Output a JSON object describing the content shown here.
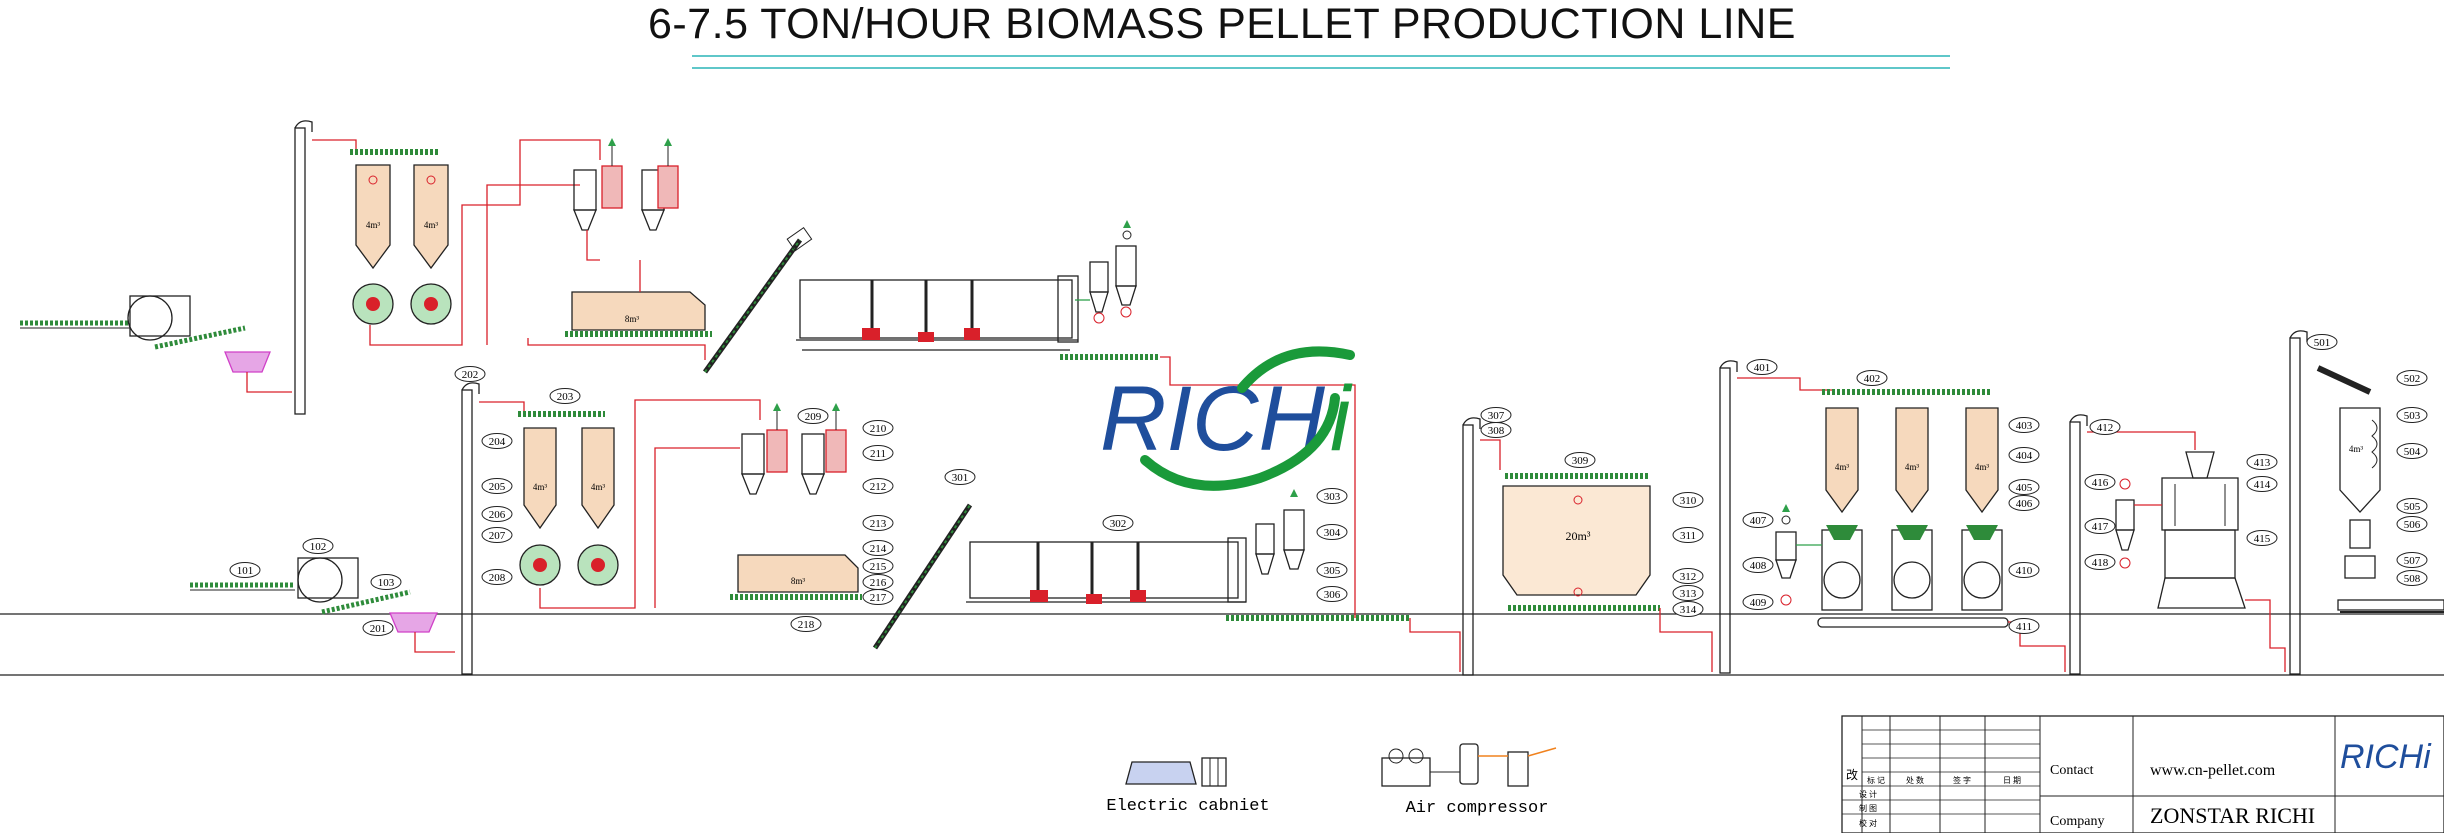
{
  "title": "6-7.5 TON/HOUR BIOMASS PELLET PRODUCTION LINE",
  "logo": {
    "text_main": "RICH",
    "text_accent": "i"
  },
  "callouts_line1": [
    "101",
    "102",
    "103",
    "201",
    "202",
    "203",
    "204",
    "205",
    "206",
    "207",
    "208",
    "209",
    "210",
    "211",
    "212",
    "213",
    "214",
    "215",
    "216",
    "217",
    "218"
  ],
  "callouts_line2": [
    "301",
    "302",
    "303",
    "304",
    "305",
    "306",
    "307",
    "308",
    "309",
    "310",
    "311",
    "312",
    "313",
    "314"
  ],
  "callouts_line3": [
    "401",
    "402",
    "403",
    "404",
    "405",
    "406",
    "407",
    "408",
    "409",
    "410",
    "411",
    "412",
    "413",
    "414",
    "415",
    "416",
    "417",
    "418"
  ],
  "callouts_line4": [
    "501",
    "502",
    "503",
    "504",
    "505",
    "506",
    "507",
    "508"
  ],
  "bin_labels": {
    "small_bin": "4m³",
    "dryer_bin": "8m³",
    "big_silo": "20m³"
  },
  "legend": {
    "electric": "Electric cabniet",
    "air": "Air compressor"
  },
  "title_block": {
    "revision_mark": "改",
    "header_cells": [
      "标 记",
      "处 数",
      "签 字",
      "日 期"
    ],
    "row_labels": [
      "设 计",
      "制 图",
      "校 对"
    ],
    "contact_label": "Contact",
    "website": "www.cn-pellet.com",
    "company_label": "Company",
    "company_name": "ZONSTAR RICHI",
    "logo_text": "RICHi"
  },
  "colors": {
    "pipe": "#d9202a",
    "conveyor": "#2e8b3a",
    "material": "#f2c8a0",
    "blue_logo": "#1f4e9c",
    "green_logo": "#1a9a3a",
    "hopper": "#d040c8",
    "teal": "#5fc7c9"
  }
}
